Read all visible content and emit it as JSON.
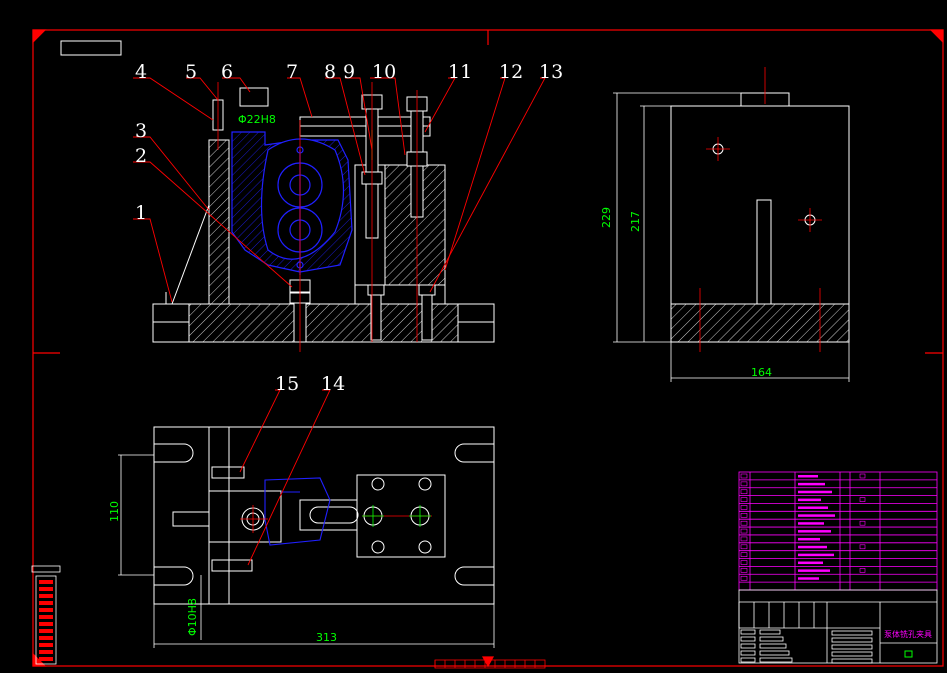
{
  "colors": {
    "background": "#000000",
    "frame": "#ff0000",
    "outline": "#ffffff",
    "hatch": "#ffffff",
    "part_blue": "#2020ff",
    "dimension": "#00ff00",
    "leader": "#ff0000",
    "table": "#ff00ff",
    "title_text": "#ff00ff"
  },
  "part_labels": [
    "4",
    "5",
    "6",
    "7",
    "8",
    "9",
    "10",
    "11",
    "12",
    "13",
    "3",
    "2",
    "1",
    "15",
    "14"
  ],
  "dimensions": {
    "pin_dia_top": "Φ22H8",
    "height_229": "229",
    "height_217": "217",
    "width_164": "164",
    "height_110": "110",
    "pin_dia_bottom": "Φ10H8",
    "width_313": "313"
  },
  "title_block": {
    "drawing_title": "泵体铣孔夹具"
  }
}
